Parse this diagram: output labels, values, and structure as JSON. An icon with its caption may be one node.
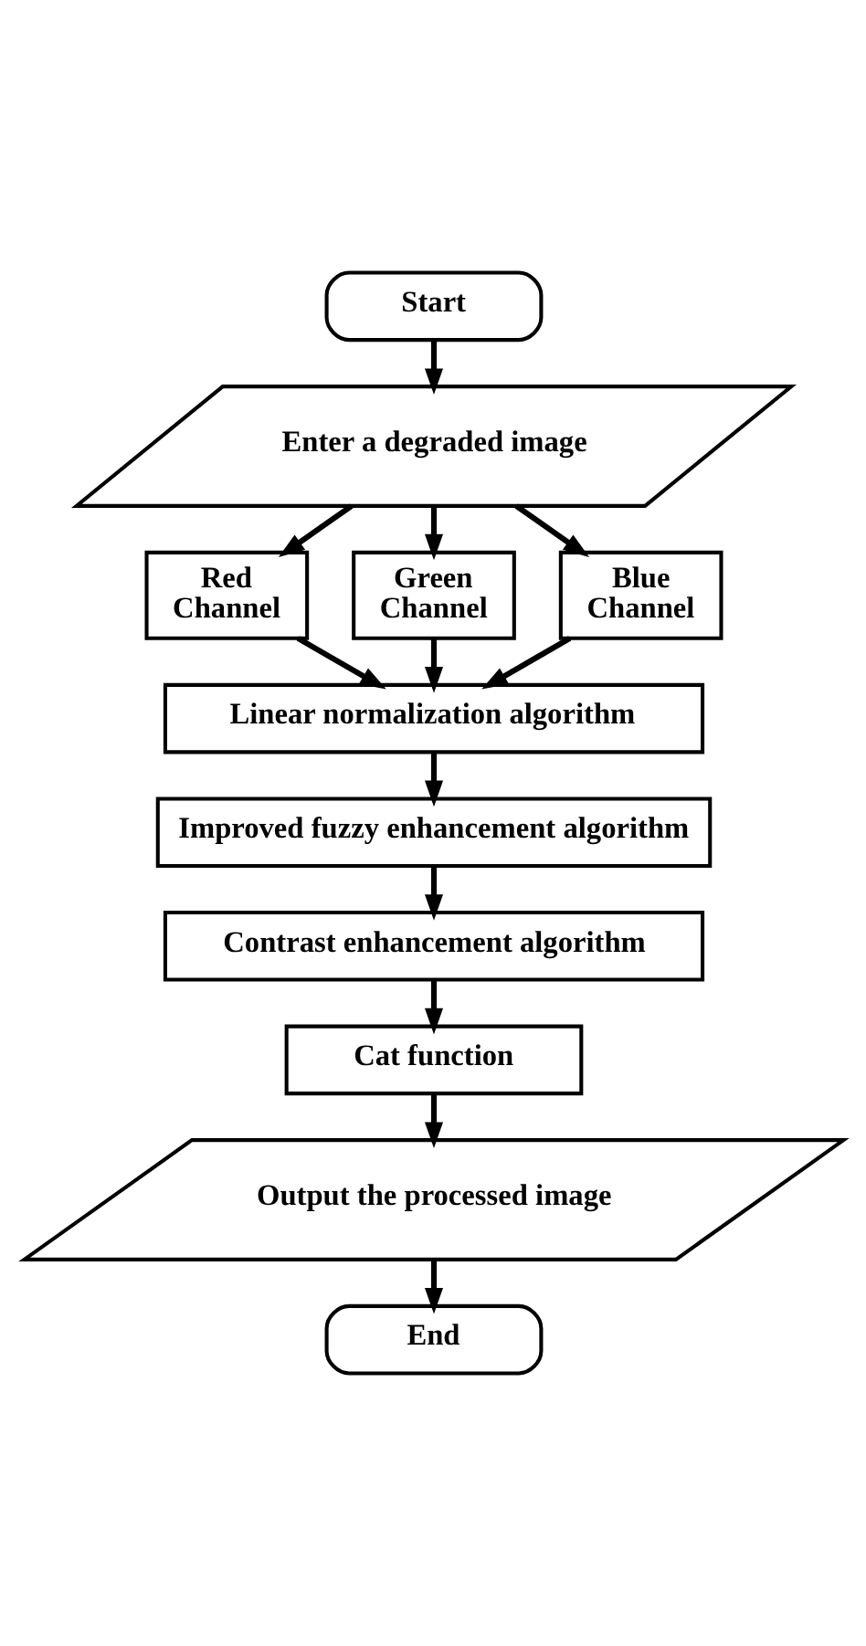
{
  "diagram": {
    "nodes": [
      {
        "text": [
          "Start"
        ]
      },
      {
        "text": [
          "Enter a degraded image"
        ]
      },
      {
        "text": [
          "Red Channel"
        ]
      },
      {
        "text": [
          "Green Channel"
        ]
      },
      {
        "text": [
          "Blue Channel"
        ]
      },
      {
        "text": [
          "Linear normalization algorithm"
        ]
      },
      {
        "text": [
          "Improved fuzzy enhancement algorithm"
        ]
      },
      {
        "text": [
          "Contrast enhancement algorithm"
        ]
      },
      {
        "text": [
          "Cat function"
        ]
      },
      {
        "text": [
          "Output the processed image"
        ]
      },
      {
        "text": [
          "End"
        ]
      }
    ],
    "edges": [
      {
        "from": 0,
        "to": 1,
        "arrow": "to"
      },
      {
        "from": 1,
        "to": 2,
        "arrow": "to"
      },
      {
        "from": 1,
        "to": 3,
        "arrow": "to"
      },
      {
        "from": 1,
        "to": 4,
        "arrow": "to"
      },
      {
        "from": 2,
        "to": 5,
        "arrow": "to"
      },
      {
        "from": 3,
        "to": 5,
        "arrow": "to"
      },
      {
        "from": 4,
        "to": 5,
        "arrow": "to"
      },
      {
        "from": 5,
        "to": 6,
        "arrow": "to"
      },
      {
        "from": 6,
        "to": 7,
        "arrow": "to"
      },
      {
        "from": 7,
        "to": 8,
        "arrow": "to"
      },
      {
        "from": 8,
        "to": 9,
        "arrow": "to"
      },
      {
        "from": 9,
        "to": 10,
        "arrow": "to"
      }
    ]
  }
}
